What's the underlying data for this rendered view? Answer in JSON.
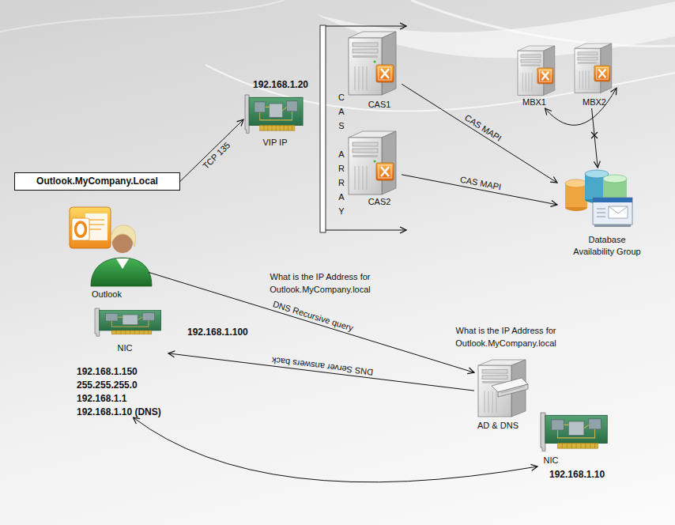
{
  "diagram": {
    "nodes": [
      {
        "text": [
          "Outlook.MyCompany.Local"
        ]
      },
      {
        "text": [
          "192.168.1.20",
          "VIP IP"
        ]
      },
      {
        "text": [
          "CAS1"
        ]
      },
      {
        "text": [
          "CAS2"
        ]
      },
      {
        "text": [
          "MBX1"
        ]
      },
      {
        "text": [
          "MBX2"
        ]
      },
      {
        "text": [
          "Database Availability Group"
        ]
      },
      {
        "text": [
          "Outlook"
        ]
      },
      {
        "text": [
          "NIC",
          "192.168.1.150",
          "255.255.255.0",
          "192.168.1.1",
          "192.168.1.10 (DNS)"
        ]
      },
      {
        "text": [
          "AD & DNS"
        ]
      },
      {
        "text": [
          "NIC",
          "192.168.1.10"
        ]
      }
    ],
    "edges": [
      {
        "from": 0,
        "to": 1,
        "label": "TCP 135",
        "arrow": "to"
      },
      {
        "from": 2,
        "to": 6,
        "label": "CAS MAPI",
        "arrow": "to"
      },
      {
        "from": 3,
        "to": 6,
        "label": "CAS MAPI",
        "arrow": "to"
      },
      {
        "from": 4,
        "to": 5,
        "arrow": "both"
      },
      {
        "from": 5,
        "to": 6,
        "arrow": "to"
      },
      {
        "from": 7,
        "to": 9,
        "label": "DNS Recursive query",
        "arrow": "to"
      },
      {
        "from": 9,
        "to": 8,
        "label": "DNS Server answers back",
        "arrow": "to"
      },
      {
        "from": 8,
        "to": 10,
        "arrow": "both"
      }
    ],
    "labels": [
      "CAS ARRAY",
      "What is the IP Address for Outlook.MyCompany.local",
      "192.168.1.100",
      "What is the IP Address for Outlook.MyCompany.local"
    ]
  }
}
